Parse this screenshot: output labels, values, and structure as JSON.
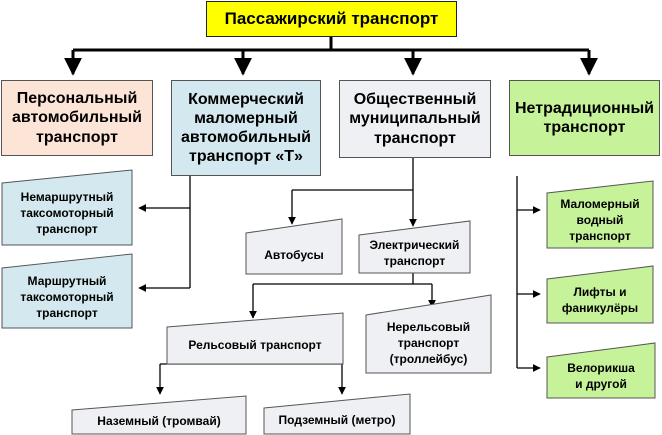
{
  "colors": {
    "root": "#ffff00",
    "personal": "#fce4d6",
    "commercial": "#d3e8ef",
    "municipal": "#eef0f4",
    "nontraditional": "#c6f29a",
    "line": "#000000"
  },
  "root": {
    "label": "Пассажирский транспорт"
  },
  "categories": {
    "personal": {
      "label": "Персональный\nавтомобильный\nтранспорт"
    },
    "commercial": {
      "label": "Коммерческий\nмаломерный\nавтомобильный\nтранспорт «Т»"
    },
    "municipal": {
      "label": "Общественный\nмуниципальный\nтранспорт"
    },
    "nontraditional": {
      "label": "Нетрадиционный\nтранспорт"
    }
  },
  "commercial_children": {
    "nonroute_taxi": {
      "label": "Немаршрутный\nтаксомоторный\nтранспорт"
    },
    "route_taxi": {
      "label": "Маршрутный\nтаксомоторный\nтранспорт"
    }
  },
  "municipal_children": {
    "buses": {
      "label": "Автобусы"
    },
    "electric": {
      "label": "Электрический\nтранспорт"
    }
  },
  "electric_children": {
    "rail": {
      "label": "Рельсовый транспорт"
    },
    "nonrail": {
      "label": "Нерельсовый\nтранспорт\n(троллейбус)"
    }
  },
  "rail_children": {
    "ground": {
      "label": "Наземный (тромвай)"
    },
    "underground": {
      "label": "Подземный (метро)"
    }
  },
  "nontraditional_children": {
    "water": {
      "label": "Маломерный\nводный\nтранспорт"
    },
    "lifts": {
      "label": "Лифты и\nфаникулёры"
    },
    "rickshaw": {
      "label": "Велорикша\nи другой"
    }
  }
}
